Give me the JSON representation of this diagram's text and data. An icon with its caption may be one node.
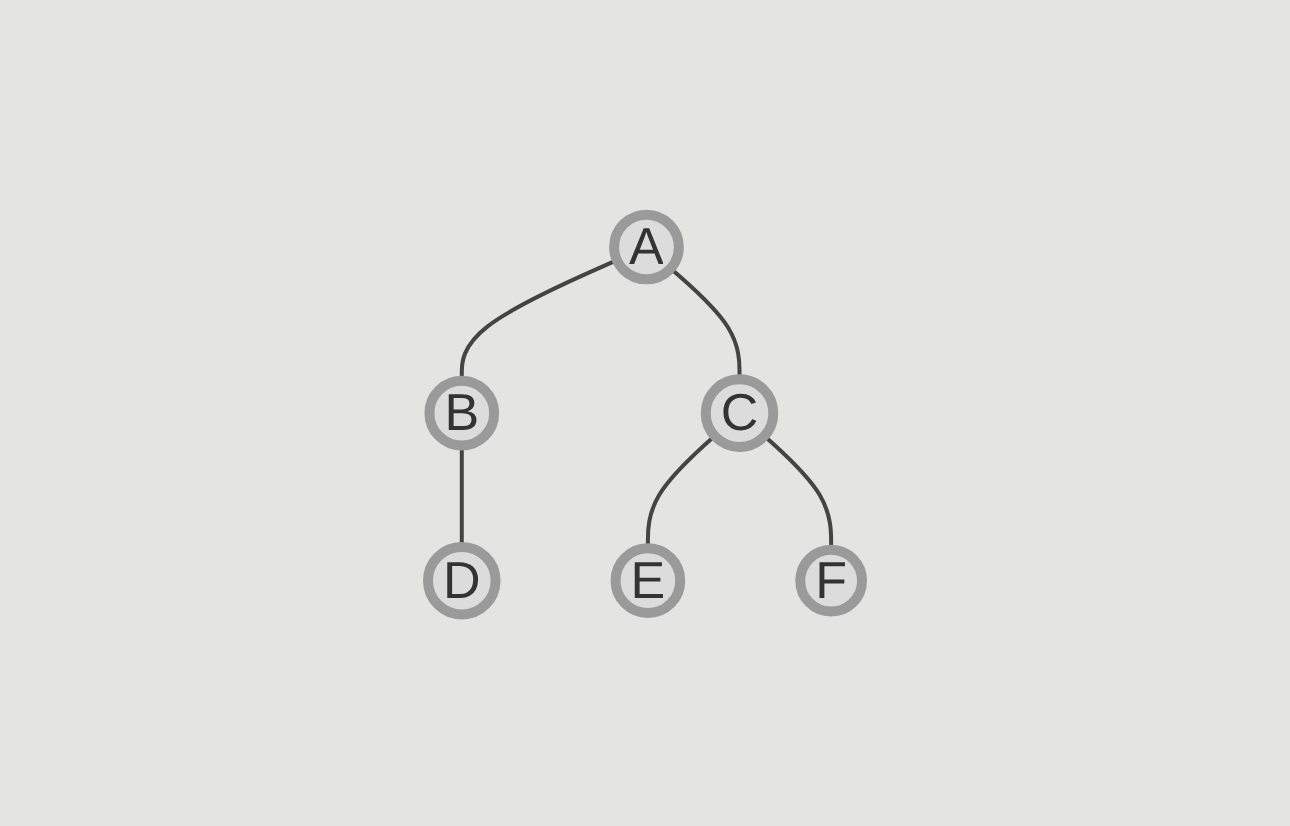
{
  "diagram": {
    "nodes": [
      {
        "text": [
          "A"
        ]
      },
      {
        "text": [
          "B"
        ]
      },
      {
        "text": [
          "C"
        ]
      },
      {
        "text": [
          "D"
        ]
      },
      {
        "text": [
          "E"
        ]
      },
      {
        "text": [
          "F"
        ]
      }
    ],
    "edges": [
      {
        "from": 0,
        "to": 1,
        "arrow": "none"
      },
      {
        "from": 0,
        "to": 2,
        "arrow": "none"
      },
      {
        "from": 1,
        "to": 3,
        "arrow": "none"
      },
      {
        "from": 2,
        "to": 4,
        "arrow": "none"
      },
      {
        "from": 2,
        "to": 5,
        "arrow": "none"
      }
    ]
  }
}
